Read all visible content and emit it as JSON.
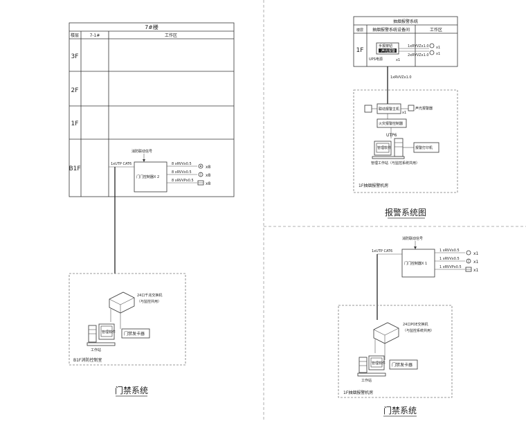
{
  "left_riser": {
    "building": "7#楼",
    "col_floor": "楼层",
    "col_unit": "7-1#",
    "col_area": "工作区",
    "floors": [
      "3F",
      "2F",
      "1F",
      "B1F"
    ],
    "fire_signal": "消防联动信号",
    "cable_main": "1xUTP CAT6",
    "controller": "门门控制器X  2",
    "out1": "8   xRVVx0.5",
    "out2": "8   xRVVx0.5",
    "out3": "8   xRVVPx0.5",
    "count1": "x8",
    "count2": "x8",
    "count3": "x8",
    "switch_label": "24口千兆交换机（与监控共用）",
    "workstation": "工作站",
    "pc_label": "管理软件",
    "reader": "门禁发卡器",
    "room": "B1F消防控制室",
    "title": "门禁系统"
  },
  "right_top": {
    "header": "抽烟报警系统",
    "col_floor": "楼层",
    "col_equip": "抽烟报警系统设备间",
    "col_area": "工作区",
    "floor": "1F",
    "panel": "手报按钮",
    "panel_sub": "声光报警",
    "ups": "UPS电源",
    "cable1": "1xRVVZx1.0",
    "cable2": "2xRVVZx1.0",
    "x1a": "x1",
    "x1b": "x1",
    "x1c": "x1",
    "riser_cable": "1xRVVZx1.0",
    "host": "联动报警主机",
    "host_out": "声光报警器",
    "module": "火灾报警控制器",
    "utp": "UTP6",
    "pc_label": "管理软件",
    "workstation": "管理工作站（与监控系统共用）",
    "printer": "报警打印机",
    "room": "1F抽烟报警机房",
    "title": "报警系统图"
  },
  "right_bottom": {
    "fire_signal": "消防联动信号",
    "cable_main": "1xUTP CAT6",
    "controller": "门门控制器X  1",
    "out1": "1   xRVVx0.5",
    "out2": "1   xRVVx0.5",
    "out3": "1   xRVVPx0.5",
    "count1": "x1",
    "count2": "x1",
    "count3": "x1",
    "switch_label": "24口POE交换机（与监控系统共用）",
    "pc_label": "管理软件",
    "workstation": "工作站",
    "reader": "门禁发卡器",
    "room": "1F抽烟报警机房",
    "title": "门禁系统"
  }
}
